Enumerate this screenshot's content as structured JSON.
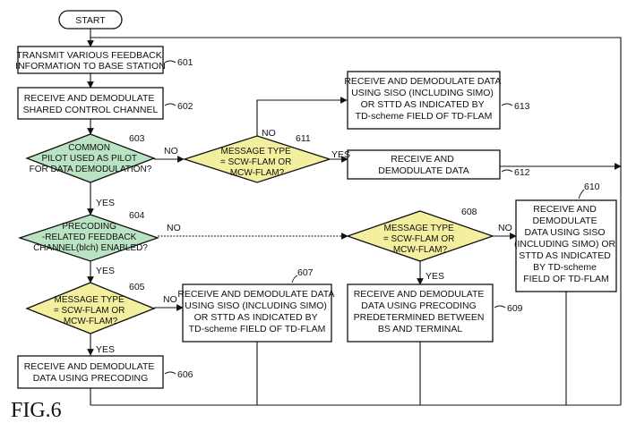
{
  "figure_label": "FIG.6",
  "start": {
    "label": "START"
  },
  "steps": {
    "s601": {
      "lines": [
        "TRANSMIT VARIOUS FEEDBACK",
        "INFORMATION TO BASE STATION"
      ],
      "ref": "601"
    },
    "s602": {
      "lines": [
        "RECEIVE AND DEMODULATE",
        "SHARED CONTROL CHANNEL"
      ],
      "ref": "602"
    },
    "s603": {
      "lines": [
        "COMMON",
        "PILOT USED AS PILOT",
        "FOR DATA DEMODULATION?"
      ],
      "ref": "603"
    },
    "s604": {
      "lines": [
        "PRECODING",
        "-RELATED FEEDBACK",
        "CHANNEL(blch) ENABLED?"
      ],
      "ref": "604"
    },
    "s605": {
      "lines": [
        "MESSAGE TYPE",
        "= SCW-FLAM OR",
        "MCW-FLAM?"
      ],
      "ref": "605"
    },
    "s606": {
      "lines": [
        "RECEIVE AND DEMODULATE",
        "DATA USING PRECODING"
      ],
      "ref": "606"
    },
    "s607": {
      "lines": [
        "RECEIVE AND DEMODULATE DATA",
        "USING SISO (INCLUDING SIMO)",
        "OR STTD AS INDICATED BY",
        "TD-scheme FIELD OF TD-FLAM"
      ],
      "ref": "607"
    },
    "s608": {
      "lines": [
        "MESSAGE TYPE",
        "= SCW-FLAM OR",
        "MCW-FLAM?"
      ],
      "ref": "608"
    },
    "s609": {
      "lines": [
        "RECEIVE AND DEMODULATE",
        "DATA USING PRECODING",
        "PREDETERMINED BETWEEN",
        "BS AND TERMINAL"
      ],
      "ref": "609"
    },
    "s610": {
      "lines": [
        "RECEIVE AND",
        "DEMODULATE",
        "DATA USING SISO",
        "(INCLUDING SIMO) OR",
        "STTD AS INDICATED",
        "BY TD-scheme",
        "FIELD OF TD-FLAM"
      ],
      "ref": "610"
    },
    "s611": {
      "lines": [
        "MESSAGE TYPE",
        "= SCW-FLAM OR",
        "MCW-FLAM?"
      ],
      "ref": "611"
    },
    "s612": {
      "lines": [
        "RECEIVE AND",
        "DEMODULATE DATA"
      ],
      "ref": "612"
    },
    "s613": {
      "lines": [
        "RECEIVE AND DEMODULATE DATA",
        "USING SISO (INCLUDING SIMO)",
        "OR STTD AS INDICATED BY",
        "TD-scheme FIELD OF TD-FLAM"
      ],
      "ref": "613"
    }
  },
  "branch_labels": {
    "yes": "YES",
    "no": "NO"
  },
  "colors": {
    "decision_green": "#b9e3c2",
    "decision_yellow": "#f3ef9e",
    "line": "#111111"
  }
}
